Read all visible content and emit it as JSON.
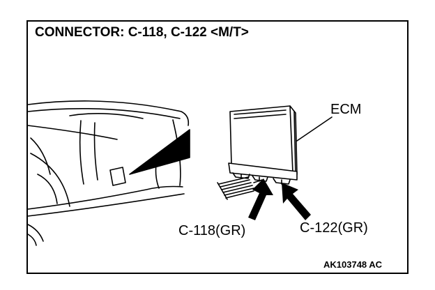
{
  "title": "CONNECTOR: C-118, C-122 <M/T>",
  "labels": {
    "ecm": "ECM",
    "c118": "C-118(GR)",
    "c122": "C-122(GR)"
  },
  "figure_code": "AK103748 AC"
}
